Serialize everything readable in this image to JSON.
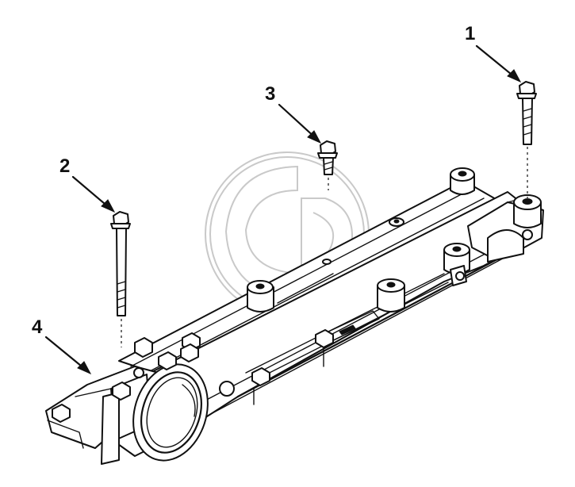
{
  "callouts": {
    "c1": "1",
    "c2": "2",
    "c3": "3",
    "c4": "4"
  },
  "colors": {
    "line": "#111111",
    "watermark": "#c9c9c9",
    "background": "#ffffff"
  }
}
